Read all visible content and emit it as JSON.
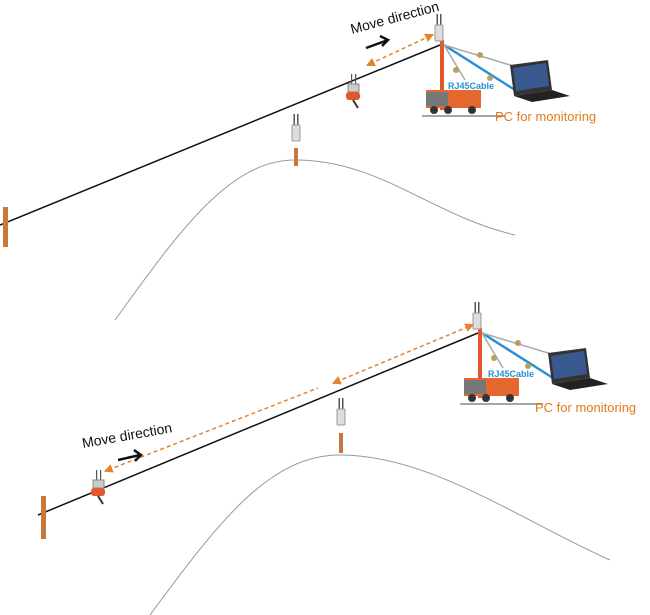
{
  "panels": [
    {
      "move_label": "Move direction",
      "cable_label": "RJ45Cable",
      "pc_label": "PC for monitoring"
    },
    {
      "move_label": "Move direction",
      "cable_label": "RJ45Cable",
      "pc_label": "PC for monitoring"
    }
  ],
  "colors": {
    "line": "#111111",
    "dashed": "#e8822a",
    "pole": "#c8783a",
    "cable": "#2a8fd6",
    "label": "#e07a1c",
    "hill": "#999999"
  }
}
